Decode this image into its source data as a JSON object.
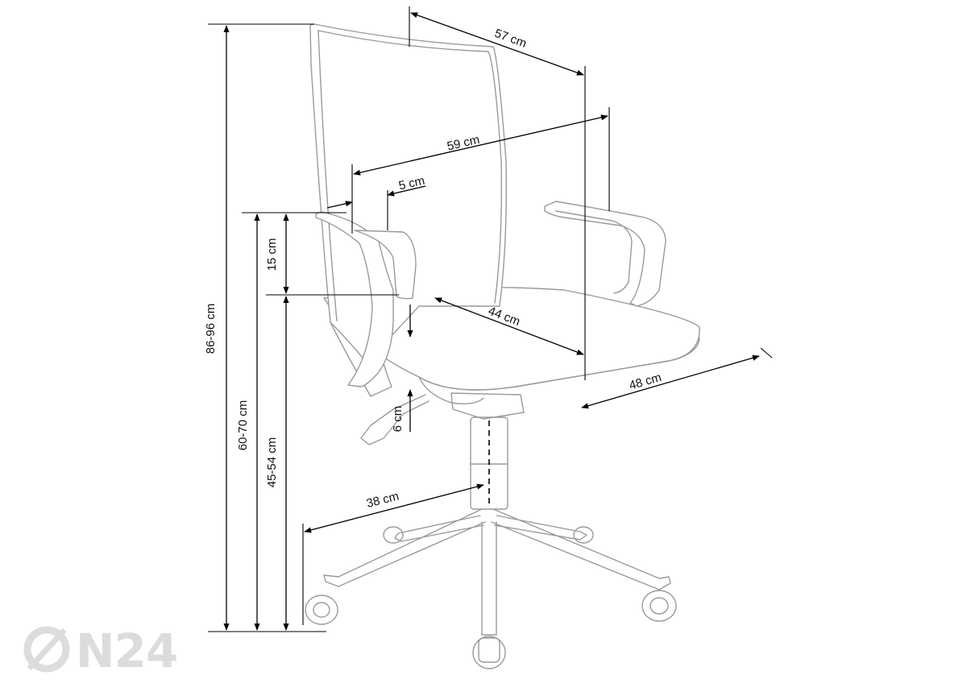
{
  "dimensions": {
    "total_height": "86-96 cm",
    "armrest_height": "60-70 cm",
    "seat_height": "45-54 cm",
    "backrest_width": "57 cm",
    "overall_width": "59 cm",
    "armrest_width": "5 cm",
    "armrest_above_seat": "15 cm",
    "seat_depth": "44 cm",
    "seat_width": "48 cm",
    "seat_thickness": "6 cm",
    "base_radius": "38 cm"
  },
  "watermark": {
    "text": "ON24"
  },
  "colors": {
    "outline": "#9a9a9a",
    "dimension_lines": "#000000",
    "watermark": "#dcdcdc"
  }
}
